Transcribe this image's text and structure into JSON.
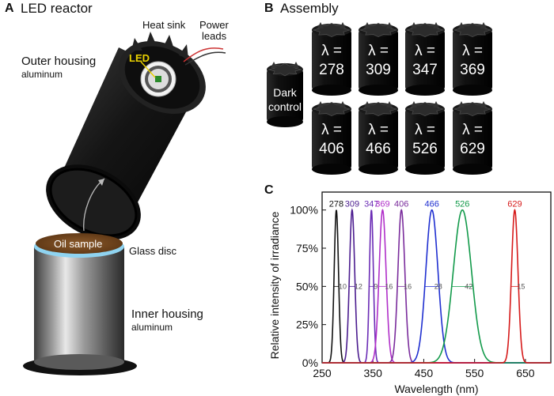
{
  "panelA": {
    "letter": "A",
    "title": "LED reactor",
    "heat_sink": "Heat sink",
    "power_leads_1": "Power",
    "power_leads_2": "leads",
    "led": "LED",
    "outer_housing": "Outer housing",
    "outer_material": "aluminum",
    "oil_sample": "Oil sample",
    "glass_disc": "Glass disc",
    "inner_housing": "Inner housing",
    "inner_material": "aluminum"
  },
  "panelB": {
    "letter": "B",
    "title": "Assembly",
    "dark_control_1": "Dark",
    "dark_control_2": "control",
    "lambda_label": "λ =",
    "cans": [
      "278",
      "309",
      "347",
      "369",
      "406",
      "466",
      "526",
      "629"
    ]
  },
  "panelC": {
    "letter": "C"
  },
  "chart_data": {
    "type": "line",
    "xlabel": "Wavelength (nm)",
    "ylabel": "Relative intensity of irradiance",
    "xlim": [
      250,
      700
    ],
    "ylim": [
      0,
      100
    ],
    "xticks": [
      250,
      350,
      450,
      550,
      650
    ],
    "yticks": [
      0,
      25,
      50,
      75,
      100
    ],
    "ytick_labels": [
      "0%",
      "25%",
      "50%",
      "75%",
      "100%"
    ],
    "series": [
      {
        "name": "278",
        "peak": 278,
        "fwhm": 10,
        "fwhm_label": "10",
        "color": "#111111"
      },
      {
        "name": "309",
        "peak": 309,
        "fwhm": 12,
        "fwhm_label": "12",
        "color": "#4b1c8f"
      },
      {
        "name": "347",
        "peak": 347,
        "fwhm": 9,
        "fwhm_label": "9",
        "color": "#6a2bb5"
      },
      {
        "name": "369",
        "peak": 369,
        "fwhm": 16,
        "fwhm_label": "16",
        "color": "#b02fc9"
      },
      {
        "name": "406",
        "peak": 406,
        "fwhm": 16,
        "fwhm_label": "16",
        "color": "#7a2c9c"
      },
      {
        "name": "466",
        "peak": 466,
        "fwhm": 28,
        "fwhm_label": "28",
        "color": "#1f2fd0"
      },
      {
        "name": "526",
        "peak": 526,
        "fwhm": 42,
        "fwhm_label": "42",
        "color": "#129a4a"
      },
      {
        "name": "629",
        "peak": 629,
        "fwhm": 15,
        "fwhm_label": "15",
        "color": "#d61a1a"
      }
    ]
  }
}
